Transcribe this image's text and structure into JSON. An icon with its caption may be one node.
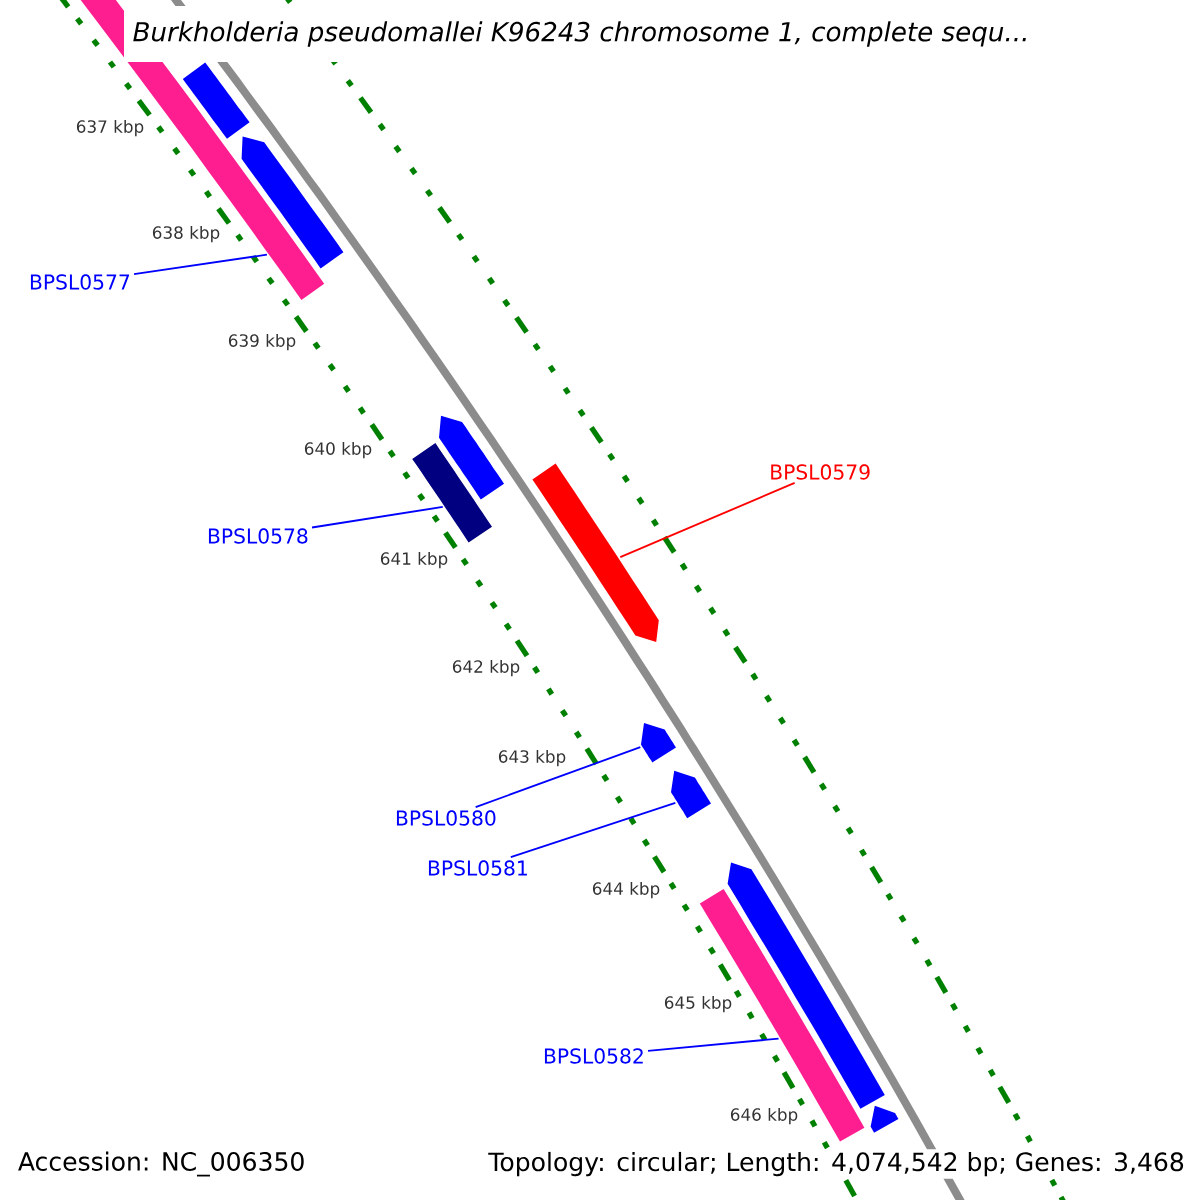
{
  "diagram": {
    "title": "Burkholderia pseudomallei K96243 chromosome 1, complete sequ...",
    "nodes": [
      {
        "text": [],
        "shape": "bar"
      },
      {
        "text": [],
        "shape": "bar"
      },
      {
        "text": [],
        "shape": "bar"
      },
      {
        "text": [
          "BPSL0577"
        ]
      },
      {
        "text": [],
        "shape": "bar"
      },
      {
        "text": [],
        "shape": "bar"
      },
      {
        "text": [
          "BPSL0578"
        ]
      },
      {
        "text": [],
        "shape": "bar"
      },
      {
        "text": [
          "BPSL0579"
        ]
      },
      {
        "text": [],
        "shape": "bar"
      },
      {
        "text": [
          "BPSL0580"
        ]
      },
      {
        "text": [],
        "shape": "bar"
      },
      {
        "text": [
          "BPSL0581"
        ]
      },
      {
        "text": [],
        "shape": "bar"
      },
      {
        "text": [],
        "shape": "bar"
      },
      {
        "text": [
          "BPSL0582"
        ]
      },
      {
        "text": [],
        "shape": "bar"
      }
    ],
    "edges": [
      {
        "from": 3,
        "to": 0,
        "arrow": "none"
      },
      {
        "from": 6,
        "to": 4,
        "arrow": "none"
      },
      {
        "from": 8,
        "to": 7,
        "arrow": "none",
        "color": "#ff0000"
      },
      {
        "from": 10,
        "to": 9,
        "arrow": "none"
      },
      {
        "from": 12,
        "to": 11,
        "arrow": "none"
      },
      {
        "from": 15,
        "to": 14,
        "arrow": "none"
      }
    ],
    "labels": [
      "637 kbp",
      "638 kbp",
      "639 kbp",
      "640 kbp",
      "641 kbp",
      "642 kbp",
      "643 kbp",
      "644 kbp",
      "645 kbp",
      "646 kbp",
      "Accession: NC_006350",
      "Topology: circular; Length: 4,074,542 bp; Genes: 3,468"
    ]
  }
}
